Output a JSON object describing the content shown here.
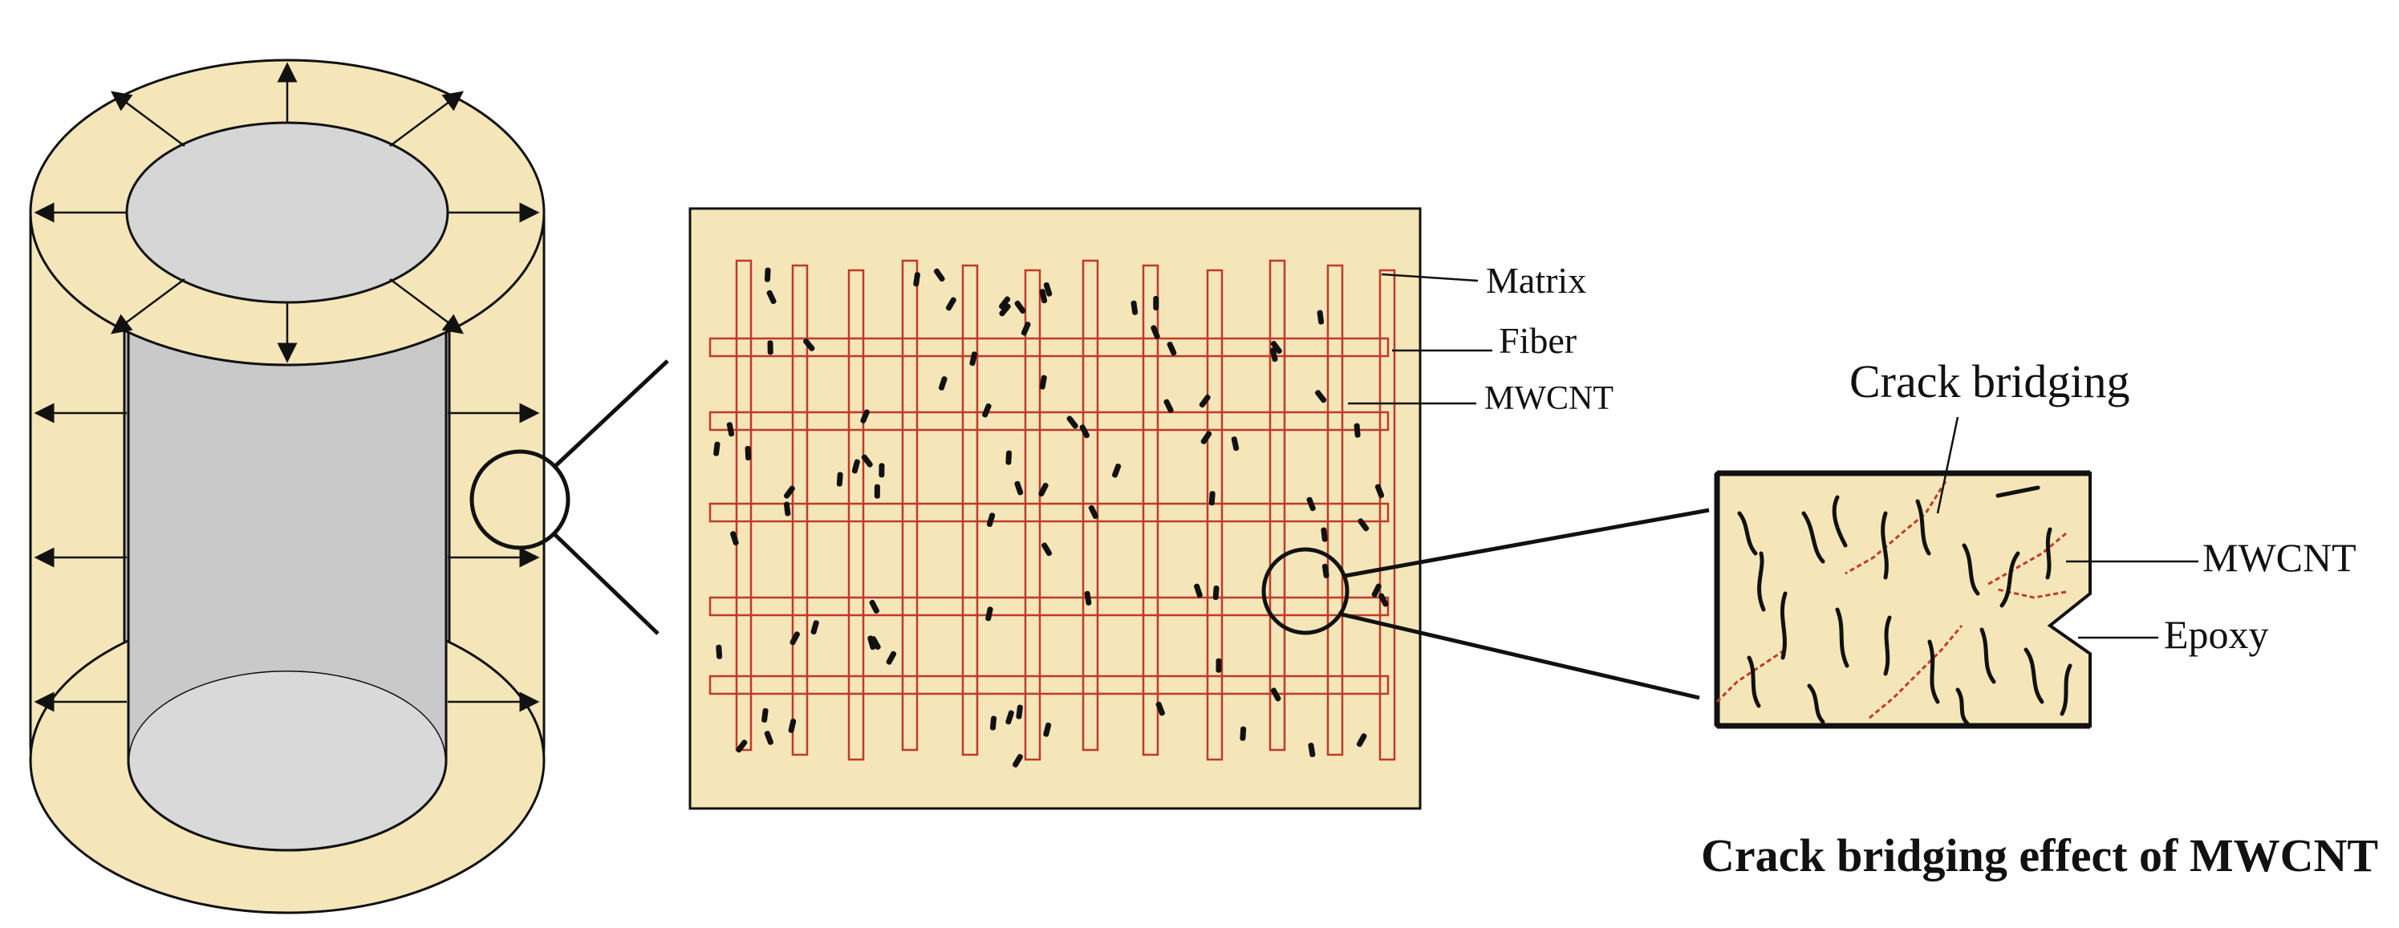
{
  "colors": {
    "composite_fill": "#f4e6b8",
    "bore_fill": "#c9c9c9",
    "bore_top_fill": "#d6d6d6",
    "fiber_red": "#c0392b",
    "outline": "#111111"
  },
  "labels": {
    "matrix": "Matrix",
    "fiber": "Fiber",
    "mwcnt_middle": "MWCNT",
    "crack_bridging": "Crack bridging",
    "mwcnt_right": "MWCNT",
    "epoxy": "Epoxy",
    "caption": "Crack bridging effect of MWCNT"
  }
}
